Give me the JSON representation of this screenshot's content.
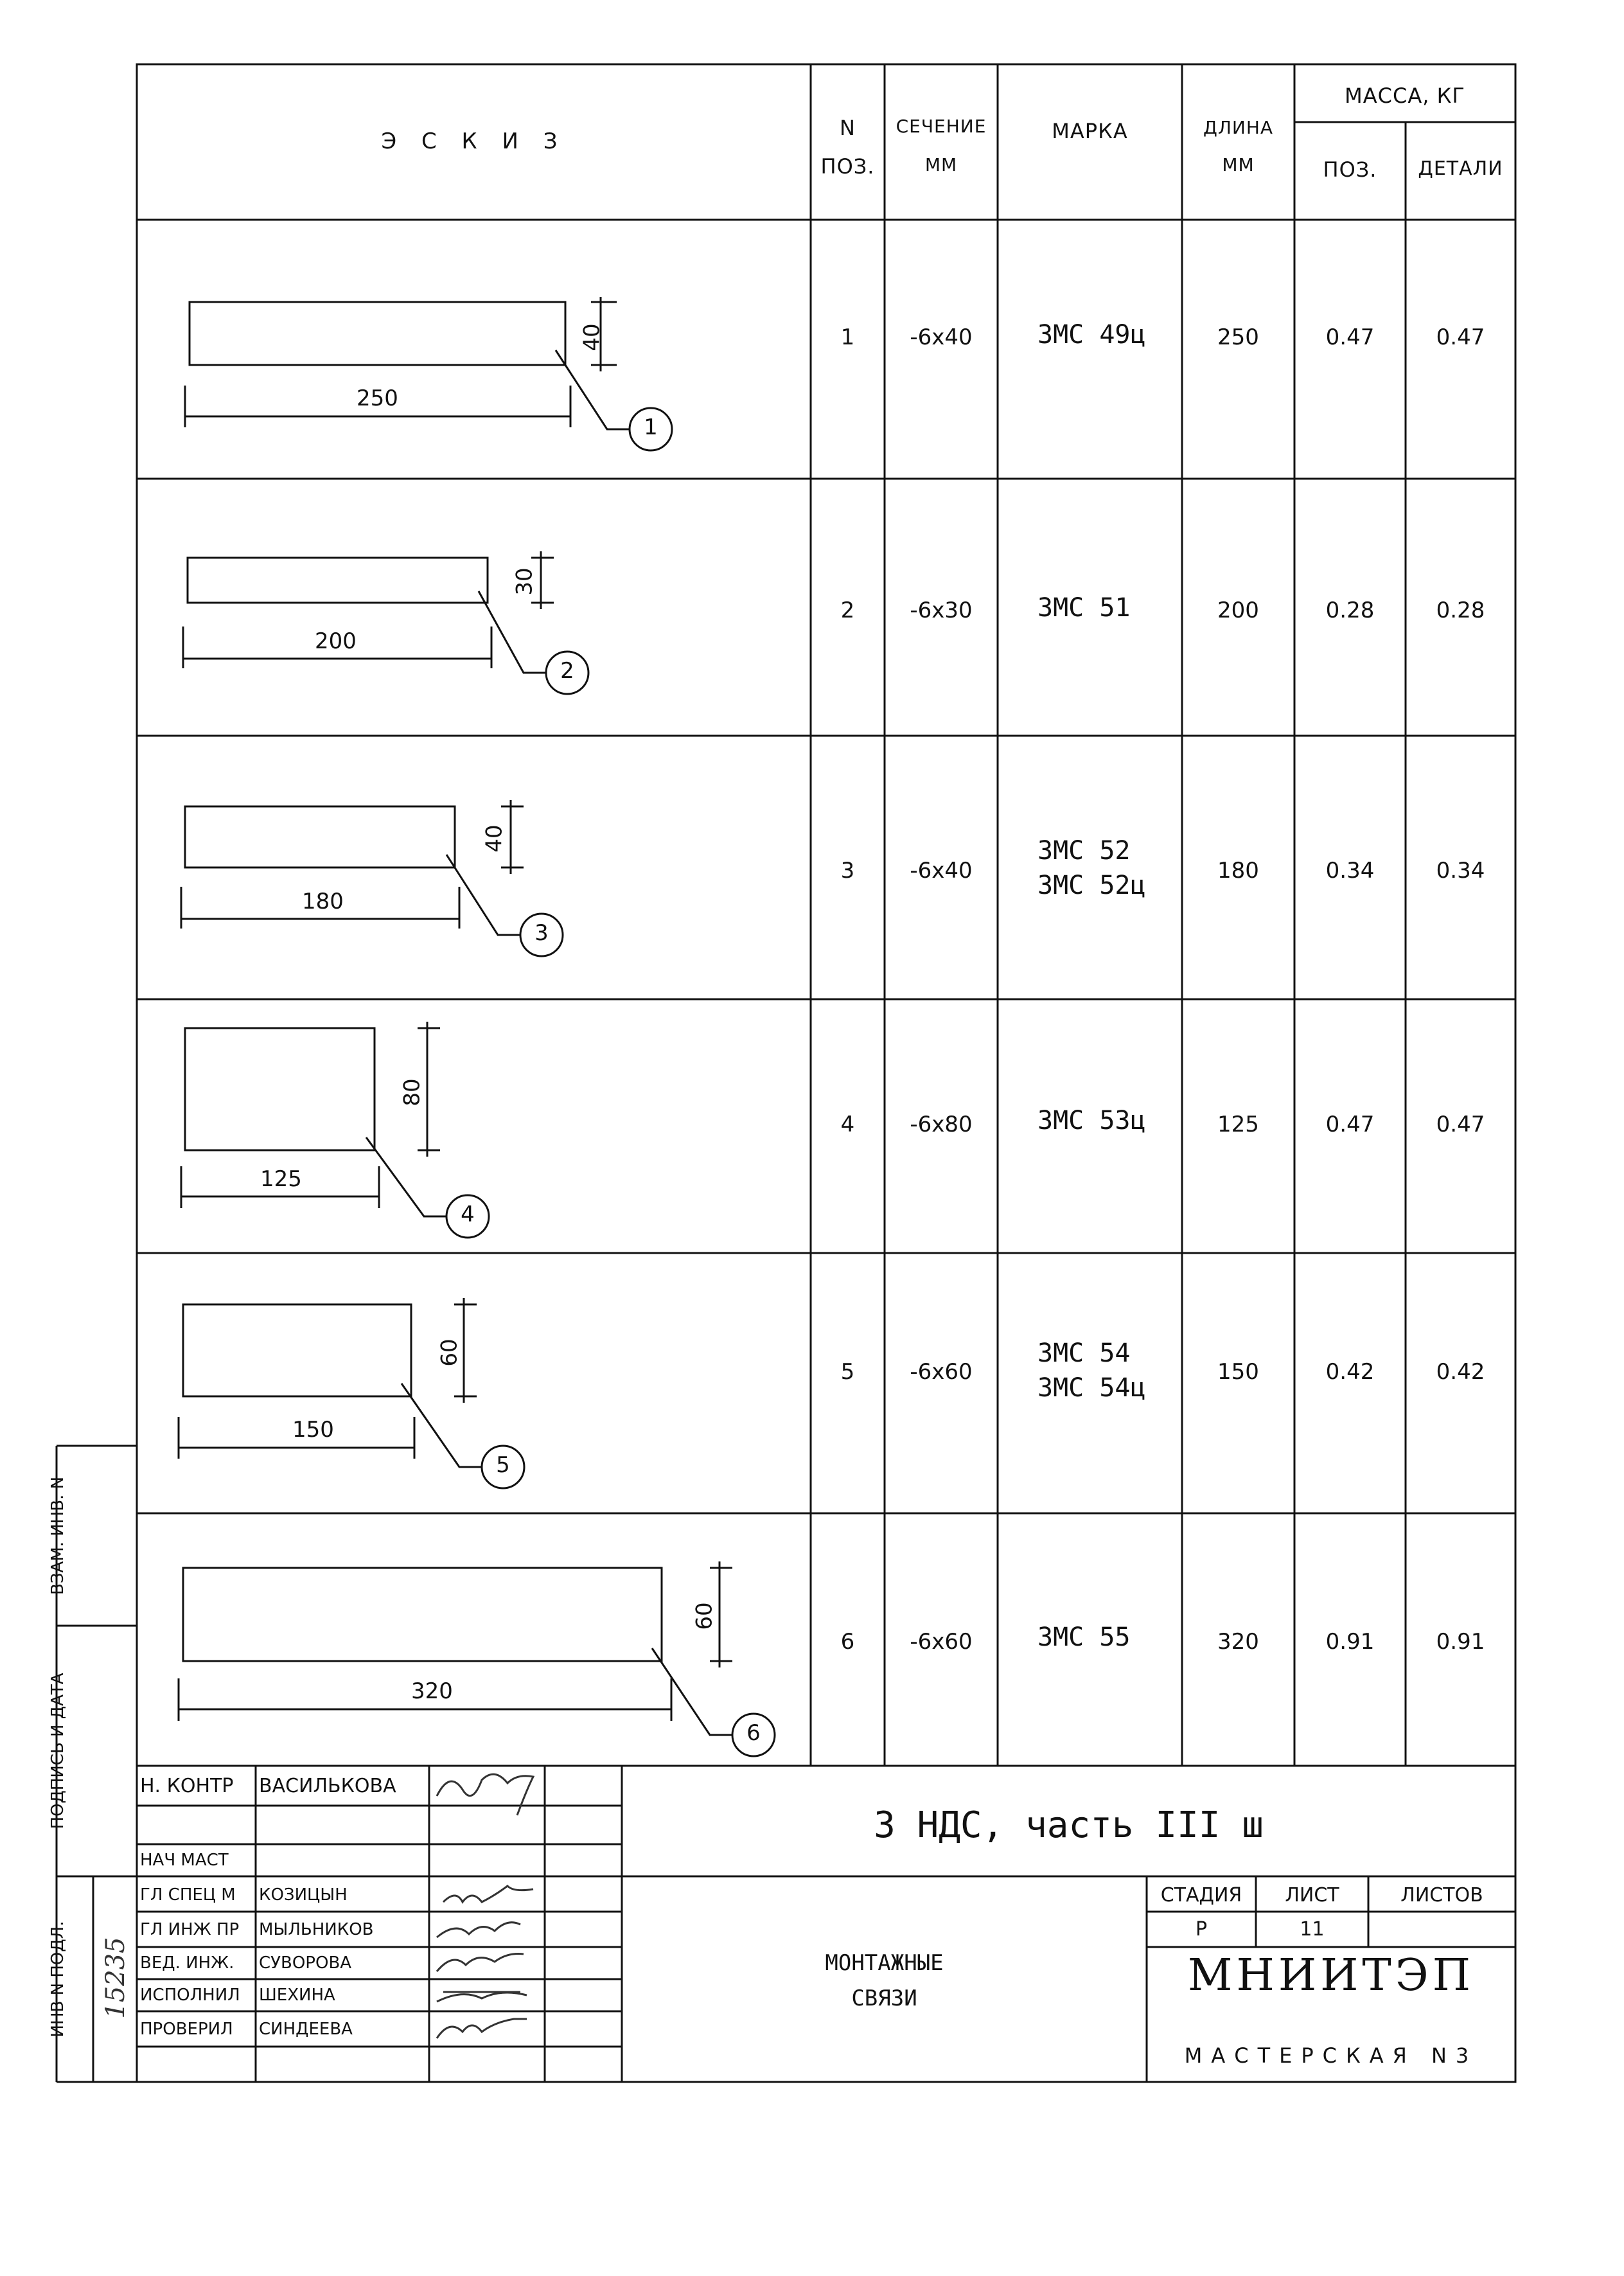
{
  "table": {
    "headers": {
      "sketch": "Э С К И З",
      "pos_no": [
        "N",
        "ПОЗ."
      ],
      "section": [
        "СЕЧЕНИЕ",
        "ММ"
      ],
      "mark": "МАРКА",
      "length": [
        "ДЛИНА",
        "ММ"
      ],
      "mass": "МАССА, КГ",
      "mass_pos": "ПОЗ.",
      "mass_detail": "ДЕТАЛИ"
    },
    "rows": [
      {
        "pos": "1",
        "section": "-6x40",
        "mark": [
          "ЗМС 49ц"
        ],
        "length": "250",
        "mass_pos": "0.47",
        "mass_detail": "0.47",
        "sketch": {
          "dim_w": "250",
          "dim_h": "40",
          "callout": "1"
        }
      },
      {
        "pos": "2",
        "section": "-6x30",
        "mark": [
          "ЗМС 51"
        ],
        "length": "200",
        "mass_pos": "0.28",
        "mass_detail": "0.28",
        "sketch": {
          "dim_w": "200",
          "dim_h": "30",
          "callout": "2"
        }
      },
      {
        "pos": "3",
        "section": "-6x40",
        "mark": [
          "ЗМС 52",
          "ЗМС 52ц"
        ],
        "length": "180",
        "mass_pos": "0.34",
        "mass_detail": "0.34",
        "sketch": {
          "dim_w": "180",
          "dim_h": "40",
          "callout": "3"
        }
      },
      {
        "pos": "4",
        "section": "-6x80",
        "mark": [
          "ЗМС 53ц"
        ],
        "length": "125",
        "mass_pos": "0.47",
        "mass_detail": "0.47",
        "sketch": {
          "dim_w": "125",
          "dim_h": "80",
          "callout": "4"
        }
      },
      {
        "pos": "5",
        "section": "-6x60",
        "mark": [
          "ЗМС 54",
          "ЗМС 54ц"
        ],
        "length": "150",
        "mass_pos": "0.42",
        "mass_detail": "0.42",
        "sketch": {
          "dim_w": "150",
          "dim_h": "60",
          "callout": "5"
        }
      },
      {
        "pos": "6",
        "section": "-6x60",
        "mark": [
          "ЗМС 55"
        ],
        "length": "320",
        "mass_pos": "0.91",
        "mass_detail": "0.91",
        "sketch": {
          "dim_w": "320",
          "dim_h": "60",
          "callout": "6"
        }
      }
    ]
  },
  "side_labels": {
    "inv_no_sub": "ИНВ N ПОДЛ.",
    "sign_date": "ПОДПИСЬ И ДАТА",
    "replaced_inv": "ВЗАМ. ИНВ. N",
    "inv_value": "15235"
  },
  "title_block": {
    "signatures": [
      {
        "role": "Н. КОНТР",
        "name": "ВАСИЛЬКОВА"
      },
      {
        "role": "",
        "name": ""
      },
      {
        "role": "НАЧ МАСТ",
        "name": ""
      },
      {
        "role": "ГЛ СПЕЦ М",
        "name": "КОЗИЦЫН"
      },
      {
        "role": "ГЛ ИНЖ ПР",
        "name": "МЫЛЬНИКОВ"
      },
      {
        "role": "ВЕД. ИНЖ.",
        "name": "СУВОРОВА"
      },
      {
        "role": "ИСПОЛНИЛ",
        "name": "ШЕХИНА"
      },
      {
        "role": "ПРОВЕРИЛ",
        "name": "СИНДЕЕВА"
      }
    ],
    "project": "З НДС, часть III ш",
    "drawing_title": [
      "МОНТАЖНЫЕ",
      "СВЯЗИ"
    ],
    "stage_label": "СТАДИЯ",
    "sheet_label": "ЛИСТ",
    "sheets_label": "ЛИСТОВ",
    "stage_value": "Р",
    "sheet_value": "11",
    "sheets_value": "",
    "org": "МНИИТЭП",
    "workshop": "МАСТЕРСКАЯ N3"
  }
}
